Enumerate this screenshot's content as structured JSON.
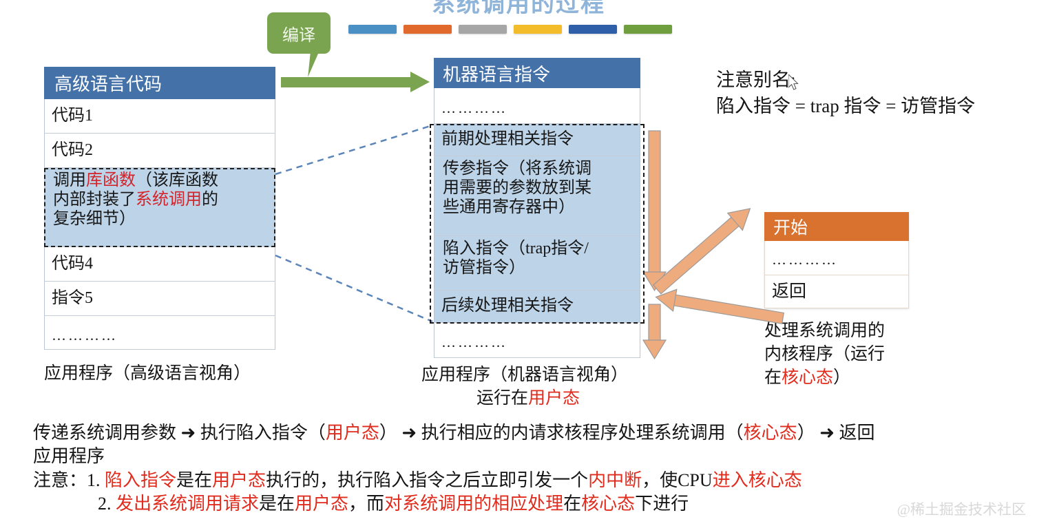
{
  "slide": {
    "title": "系统调用的过程",
    "watermark": "@稀土掘金技术社区"
  },
  "bars": [
    {
      "name": "bar-blue-light",
      "color": "#4a90c4"
    },
    {
      "name": "bar-orange",
      "color": "#e2692c"
    },
    {
      "name": "bar-gray",
      "color": "#a6a6a6"
    },
    {
      "name": "bar-yellow",
      "color": "#f2bc2b"
    },
    {
      "name": "bar-blue-dark",
      "color": "#2e5fa8"
    },
    {
      "name": "bar-green",
      "color": "#6f9e3f"
    }
  ],
  "callout": {
    "label": "编译",
    "color": "#7aa450"
  },
  "high_level_panel": {
    "header": "高级语言代码",
    "header_color": "#4472a8",
    "rows": [
      {
        "text": "代码1",
        "highlight": false
      },
      {
        "text": "代码2",
        "highlight": false
      },
      {
        "text": "调用库函数（该库函数内部封装了系统调用的复杂细节）",
        "highlight": true
      },
      {
        "text": "代码4",
        "highlight": false
      },
      {
        "text": "指令5",
        "highlight": false
      },
      {
        "text": "…………",
        "highlight": false
      }
    ],
    "highlight_segments": [
      {
        "text": "调用",
        "red": false
      },
      {
        "text": "库函数",
        "red": true
      },
      {
        "text": "（该库函数",
        "red": false
      },
      {
        "text": "内部封装了",
        "red": false
      },
      {
        "text": "系统调用",
        "red": true
      },
      {
        "text": "的",
        "red": false
      },
      {
        "text": "复杂细节）",
        "red": false
      }
    ],
    "caption": "应用程序（高级语言视角）"
  },
  "machine_panel": {
    "header": "机器语言指令",
    "header_color": "#4472a8",
    "rows": [
      {
        "text": "…………",
        "highlight": false
      },
      {
        "text": "前期处理相关指令",
        "highlight": true
      },
      {
        "text": "传参指令（将系统调用需要的参数放到某些通用寄存器中）",
        "highlight": true
      },
      {
        "text": "陷入指令（trap指令/访管指令）",
        "highlight": true
      },
      {
        "text": "后续处理相关指令",
        "highlight": true
      },
      {
        "text": "…………",
        "highlight": false
      }
    ],
    "caption_line1": "应用程序（机器语言视角）",
    "caption_line2_prefix": "运行在",
    "caption_line2_red": "用户态"
  },
  "kernel_panel": {
    "header": "开始",
    "header_color": "#d9722f",
    "rows": [
      {
        "text": "…………"
      },
      {
        "text": "返回"
      }
    ],
    "caption_line1": "处理系统调用的",
    "caption_line2": "内核程序（运行",
    "caption_line3_prefix": "在",
    "caption_line3_red": "核心态",
    "caption_line3_suffix": "）"
  },
  "alias_note": {
    "line1": "注意别名:",
    "line2": "陷入指令 = trap 指令 = 访管指令"
  },
  "notes": {
    "line1": [
      {
        "text": "传递系统调用参数 ",
        "red": false
      },
      {
        "text": "➜",
        "red": false,
        "arrow": true
      },
      {
        "text": " 执行陷入指令（",
        "red": false
      },
      {
        "text": "用户态",
        "red": true
      },
      {
        "text": "） ",
        "red": false
      },
      {
        "text": "➜",
        "red": false,
        "arrow": true
      },
      {
        "text": " 执行相应的内请求核程序处理系统调用（",
        "red": false
      },
      {
        "text": "核心态",
        "red": true
      },
      {
        "text": "） ",
        "red": false
      },
      {
        "text": "➜",
        "red": false,
        "arrow": true
      },
      {
        "text": " 返回",
        "red": false
      }
    ],
    "line2": [
      {
        "text": "应用程序",
        "red": false
      }
    ],
    "line3_label": "注意：1. ",
    "line3": [
      {
        "text": "陷入指令",
        "red": true
      },
      {
        "text": "是在",
        "red": false
      },
      {
        "text": "用户态",
        "red": true
      },
      {
        "text": "执行的，执行陷入指令之后立即引发一个",
        "red": false
      },
      {
        "text": "内中断",
        "red": true
      },
      {
        "text": "，使CPU",
        "red": false
      },
      {
        "text": "进入核心态",
        "red": true
      }
    ],
    "line4_label": "2. ",
    "line4": [
      {
        "text": "发出系统调用请求",
        "red": true
      },
      {
        "text": "是在",
        "red": false
      },
      {
        "text": "用户态",
        "red": true
      },
      {
        "text": "，而",
        "red": false
      },
      {
        "text": "对系统调用的相应处理",
        "red": true
      },
      {
        "text": "在",
        "red": false
      },
      {
        "text": "核心态",
        "red": true
      },
      {
        "text": "下进行",
        "red": false
      }
    ]
  },
  "colors": {
    "accent_blue": "#4472a8",
    "accent_orange": "#d9722f",
    "accent_green": "#7aa450",
    "highlight_fill": "#bcd3e8",
    "red": "#d4242a"
  }
}
